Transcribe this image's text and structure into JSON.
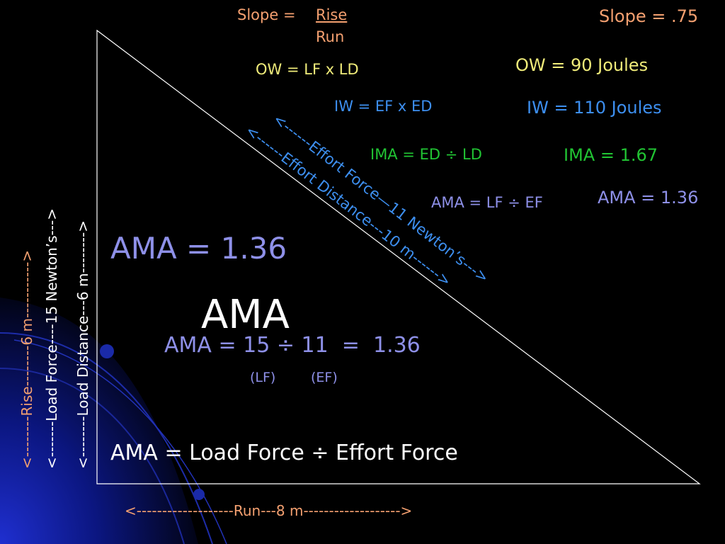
{
  "slope_formula": {
    "label": "Slope = ",
    "numerator": "Rise",
    "denominator": "Run"
  },
  "slope_value": "Slope = .75",
  "formulas": {
    "ow": "OW = LF x LD",
    "iw": "IW = EF x ED",
    "ima": "IMA = ED ÷ LD",
    "ama": "AMA = LF ÷ EF"
  },
  "results": {
    "ow": "OW = 90 Joules",
    "iw": "IW = 110 Joules",
    "ima": "IMA = 1.67",
    "ama": "AMA = 1.36"
  },
  "hypotenuse": {
    "effort_force": "<------Effort Force—11 Newton’s--->",
    "effort_distance": "<------Effort Distance---10 m------>"
  },
  "main": {
    "ama_large": "AMA = 1.36",
    "heading": "AMA",
    "calculation": "AMA = 15 ÷ 11  =  1.36",
    "lf_label": "(LF)",
    "ef_label": "(EF)",
    "definition": "AMA = Load Force ÷ Effort Force"
  },
  "vertical_labels": {
    "rise": "<--------Rise--------6 m----------->",
    "load_force": "<-------Load Force----15 Newton’s--->",
    "load_distance": "<--------Load Distance---6 m-------->"
  },
  "run_label": "<-------------------Run---8 m------------------->",
  "colors": {
    "background": "#000000",
    "peach": "#f4a070",
    "yellow": "#f0ec7a",
    "blue": "#3d8ff0",
    "green": "#21c433",
    "lavender": "#8e90e8",
    "white": "#ffffff"
  }
}
